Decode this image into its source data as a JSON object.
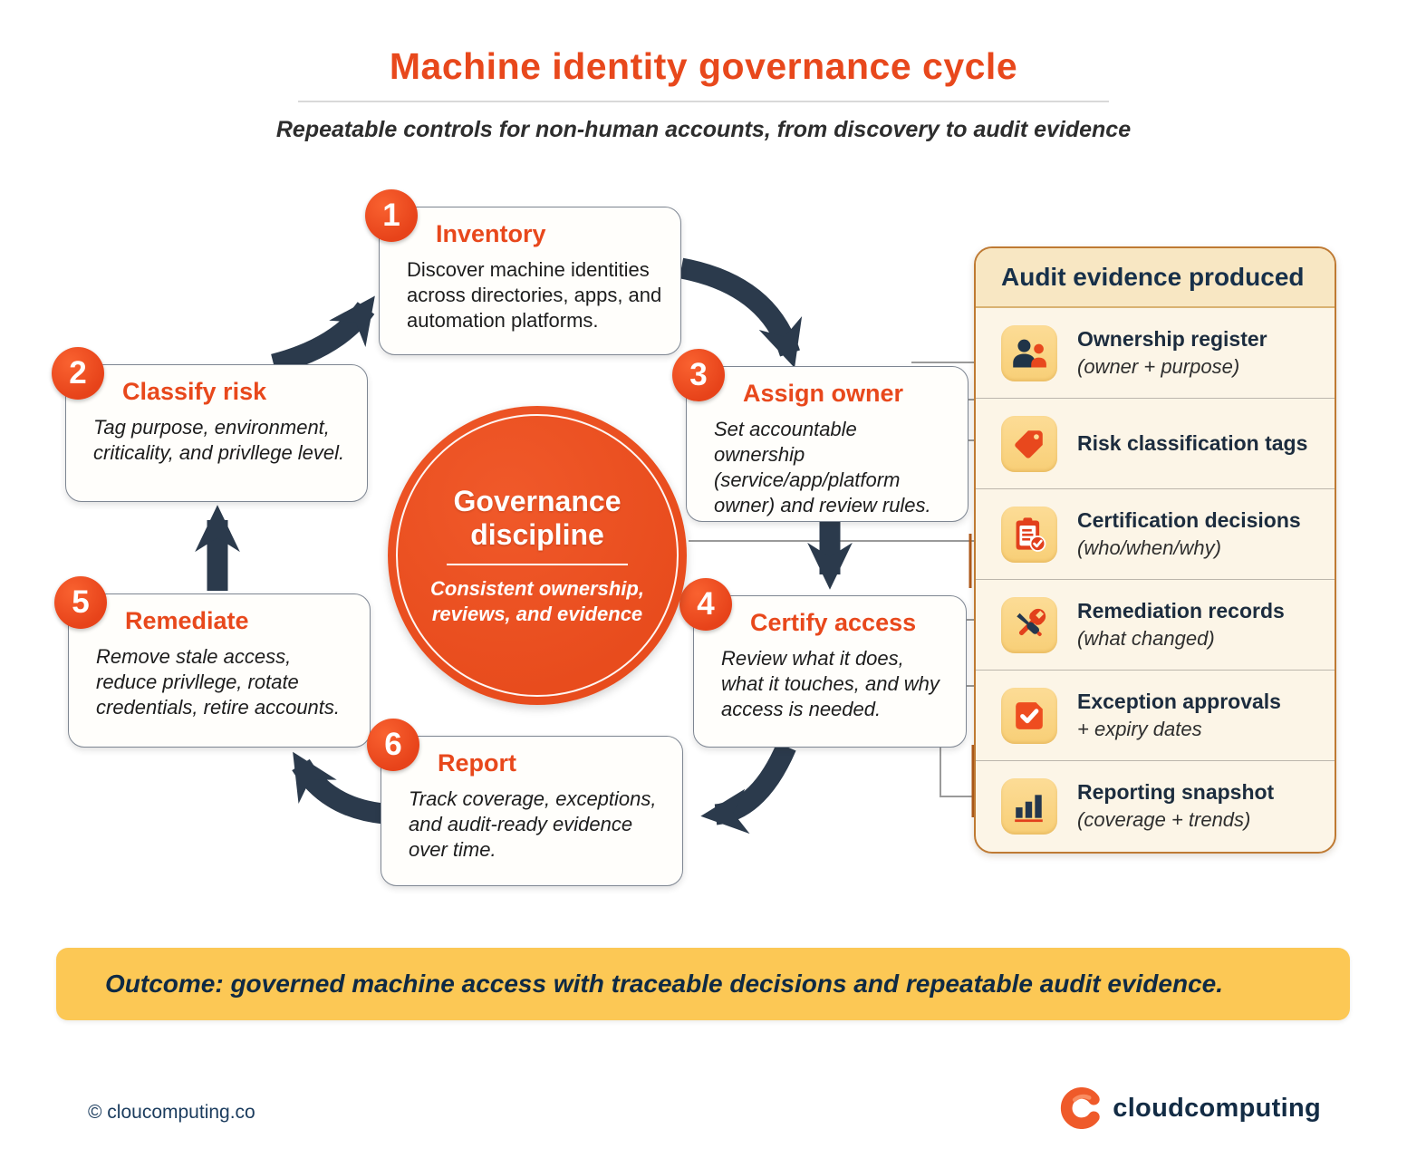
{
  "header": {
    "title": "Machine identity governance cycle",
    "subtitle": "Repeatable controls for non-human accounts, from discovery to audit evidence"
  },
  "steps": [
    {
      "num": "1",
      "title": "Inventory",
      "body": "Discover machine identities across directories, apps, and automation platforms."
    },
    {
      "num": "2",
      "title": "Classify risk",
      "body": "Tag purpose, environment, criticality, and privllege level."
    },
    {
      "num": "3",
      "title": "Assign owner",
      "body": "Set accountable ownership (service/app/platform owner) and review rules."
    },
    {
      "num": "4",
      "title": "Certify access",
      "body": "Review what it does, what it touches, and why access is needed."
    },
    {
      "num": "5",
      "title": "Remediate",
      "body": "Remove stale access, reduce privllege, rotate credentials, retire accounts."
    },
    {
      "num": "6",
      "title": "Report",
      "body": "Track coverage, exceptions, and audit-ready evidence over time."
    }
  ],
  "center": {
    "title": "Governance discipline",
    "subtitle": "Consistent ownership, reviews, and evidence"
  },
  "panel": {
    "title": "Audit evidence produced",
    "items": [
      {
        "icon": "people-icon",
        "line1": "Ownership register",
        "line2": "(owner + purpose)"
      },
      {
        "icon": "tag-icon",
        "line1": "Risk classification tags",
        "line2": ""
      },
      {
        "icon": "clipboard-check-icon",
        "line1": "Certification decisions",
        "line2": "(who/when/why)"
      },
      {
        "icon": "tools-icon",
        "line1": "Remediation records",
        "line2": "(what changed)"
      },
      {
        "icon": "check-square-icon",
        "line1": "Exception approvals",
        "line2": "+ expiry dates"
      },
      {
        "icon": "bar-chart-icon",
        "line1": "Reporting snapshot",
        "line2": "(coverage + trends)"
      }
    ]
  },
  "outcome": {
    "text": "Outcome: governed machine access with traceable decisions and repeatable audit evidence."
  },
  "footer": {
    "copyright": "© cloucomputing.co",
    "brand": "cloudcomputing"
  },
  "colors": {
    "accent_orange": "#e8481c",
    "arrow_navy": "#2b3a4c",
    "panel_border": "#bf7a33",
    "panel_bg": "#fcf5e7",
    "tile_bg": "#f9d383",
    "outcome_bg": "#fcc855",
    "navy_text": "#17304a"
  }
}
